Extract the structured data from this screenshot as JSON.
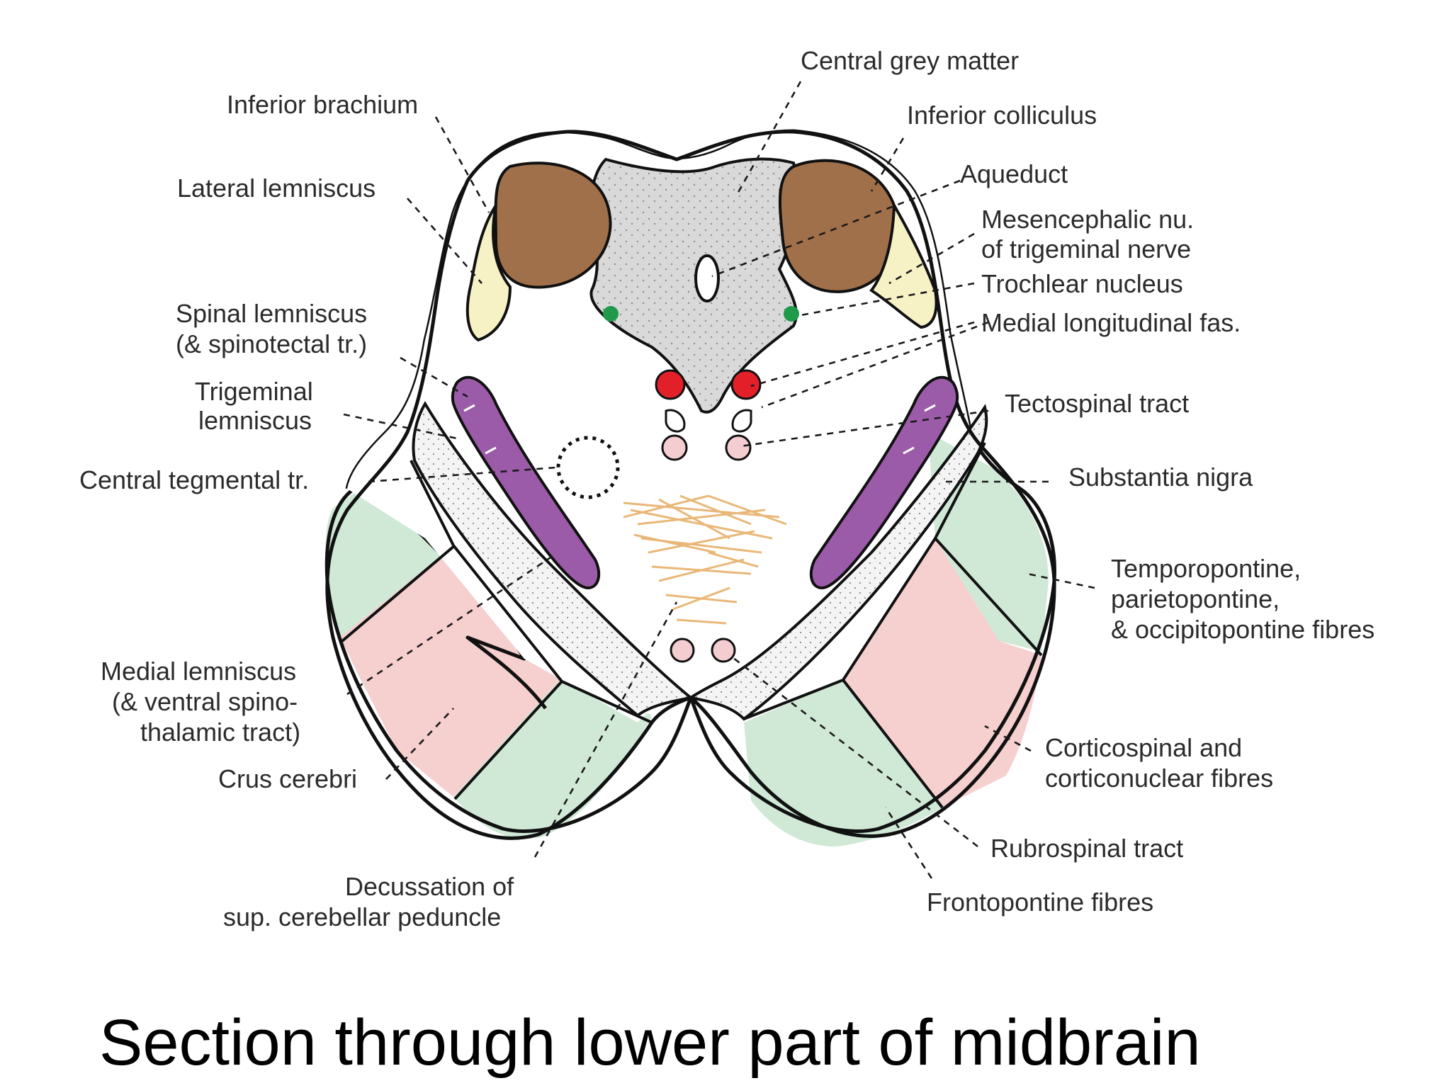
{
  "caption": "Section through lower part of midbrain",
  "labels": {
    "central_grey_matter": "Central grey matter",
    "inferior_brachium": "Inferior brachium",
    "inferior_colliculus": "Inferior colliculus",
    "lateral_lemniscus": "Lateral lemniscus",
    "aqueduct": "Aqueduct",
    "mesencephalic_nu": [
      "Mesencephalic nu.",
      "of trigeminal nerve"
    ],
    "trochlear_nucleus": "Trochlear nucleus",
    "medial_longitudinal_fas": "Medial longitudinal fas.",
    "spinal_lemniscus": [
      "Spinal lemniscus",
      "(& spinotectal tr.)"
    ],
    "trigeminal_lemniscus": [
      "Trigeminal",
      "lemniscus"
    ],
    "tectospinal_tract": "Tectospinal tract",
    "central_tegmental_tr": "Central tegmental tr.",
    "substantia_nigra": "Substantia nigra",
    "temporopontine": [
      "Temporopontine,",
      "parietopontine,",
      "& occipitopontine fibres"
    ],
    "medial_lemniscus": [
      "Medial lemniscus",
      "(& ventral spino-",
      "thalamic tract)"
    ],
    "corticospinal": [
      "Corticospinal and",
      "corticonuclear fibres"
    ],
    "crus_cerebri": "Crus cerebri",
    "rubrospinal_tract": "Rubrospinal tract",
    "decussation": [
      "Decussation of",
      "sup. cerebellar peduncle"
    ],
    "frontopontine_fibres": "Frontopontine fibres"
  },
  "colors": {
    "central_grey": "#d9d9d9",
    "inferior_colliculus": "#a0704a",
    "lateral_lemniscus": "#f7f2c6",
    "green_fibres": "#cfe9d6",
    "pink_fibres": "#f6cfcf",
    "medial_lemniscus": "#9b5ba8",
    "red_nucleus": "#e3202a",
    "trochlear_nucleus": "#1f9a4a",
    "pale_pink": "#f3cdd0",
    "decussation": "#e9b879"
  }
}
